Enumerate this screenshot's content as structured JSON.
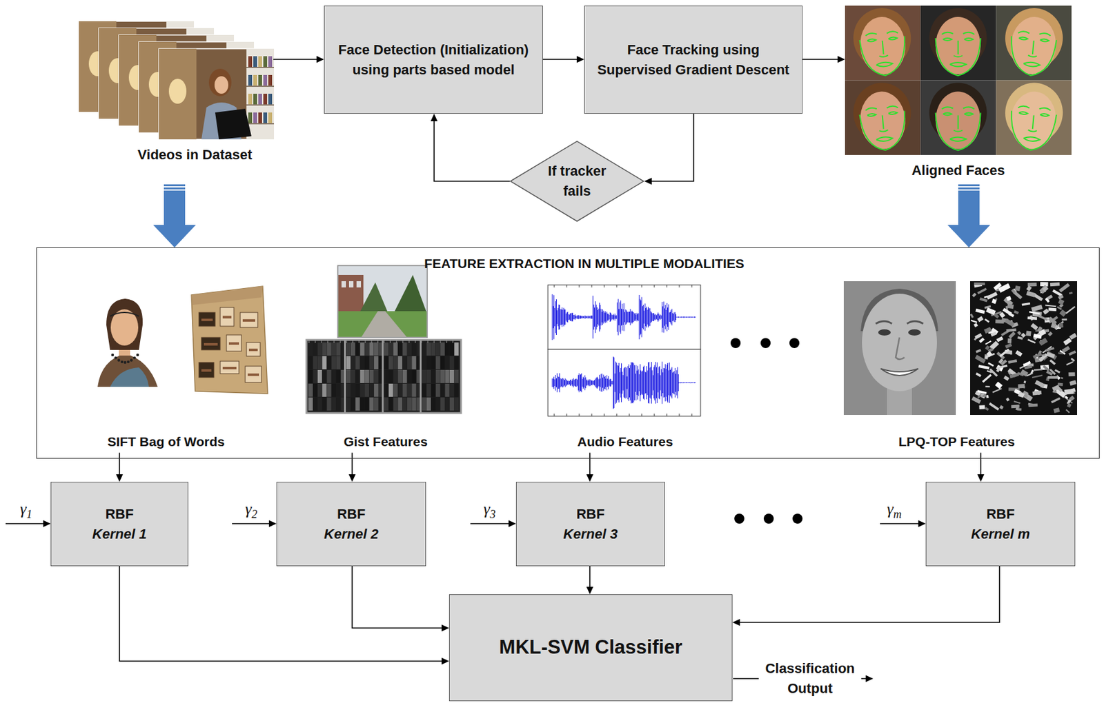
{
  "diagram": {
    "nodes": [
      {
        "text": [
          "Videos in Dataset"
        ]
      },
      {
        "text": [
          "Face Detection (Initialization) using parts based model"
        ]
      },
      {
        "text": [
          "Face Tracking using Supervised Gradient Descent"
        ]
      },
      {
        "text": [
          "Aligned Faces"
        ]
      },
      {
        "text": [
          "If tracker fails"
        ]
      },
      {
        "text": [
          "FEATURE EXTRACTION IN MULTIPLE MODALITIES"
        ]
      },
      {
        "text": [
          "SIFT Bag of Words"
        ],
        "in": 5
      },
      {
        "text": [
          "Gist Features"
        ],
        "in": 5
      },
      {
        "text": [
          "Audio Features"
        ],
        "in": 5
      },
      {
        "text": [
          "LPQ-TOP Features"
        ],
        "in": 5
      },
      {
        "text": [
          "RBF",
          "Kernel 1"
        ]
      },
      {
        "text": [
          "RBF",
          "Kernel 2"
        ]
      },
      {
        "text": [
          "RBF",
          "Kernel 3"
        ]
      },
      {
        "text": [
          "RBF",
          "Kernel m"
        ]
      },
      {
        "text": [
          "MKL-SVM Classifier"
        ]
      }
    ],
    "edges": [
      {
        "from": 0,
        "to": 1,
        "arrow": "to"
      },
      {
        "from": 1,
        "to": 2,
        "arrow": "to"
      },
      {
        "from": 2,
        "to": 3,
        "arrow": "to"
      },
      {
        "from": 2,
        "to": 4,
        "arrow": "to"
      },
      {
        "from": 4,
        "to": 1,
        "arrow": "to"
      },
      {
        "from": 0,
        "to": 5,
        "arrow": "to"
      },
      {
        "from": 3,
        "to": 5,
        "arrow": "to"
      },
      {
        "from": 6,
        "to": 10,
        "arrow": "to"
      },
      {
        "from": 7,
        "to": 11,
        "arrow": "to"
      },
      {
        "from": 8,
        "to": 12,
        "arrow": "to"
      },
      {
        "from": 9,
        "to": 13,
        "arrow": "to"
      },
      {
        "from": 10,
        "to": 14,
        "arrow": "to"
      },
      {
        "from": 11,
        "to": 14,
        "arrow": "to"
      },
      {
        "from": 12,
        "to": 14,
        "arrow": "to"
      },
      {
        "from": 13,
        "to": 14,
        "arrow": "to"
      }
    ],
    "labels": [
      "γ1",
      "γ2",
      "γ3",
      "γm",
      "Classification Output"
    ]
  }
}
